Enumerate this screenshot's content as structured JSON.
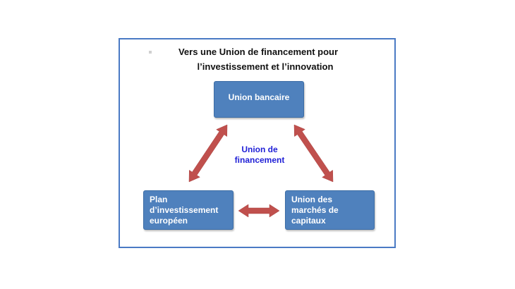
{
  "title": {
    "line1": "Vers une Union de financement pour",
    "line2": "l’investissement et l’innovation"
  },
  "nodes": {
    "bank": {
      "lines": [
        "Union bancaire"
      ]
    },
    "plan": {
      "lines": [
        "Plan",
        "d’investissement",
        "européen"
      ]
    },
    "capital": {
      "lines": [
        "Union des",
        "marchés de",
        "capitaux"
      ]
    }
  },
  "center": {
    "lines": [
      "Union de",
      "financement"
    ]
  },
  "colors": {
    "box_fill": "#4f81bd",
    "arrow_fill": "#c0504d",
    "center_text": "#1f1fd6",
    "frame_border": "#4a7ac4"
  }
}
